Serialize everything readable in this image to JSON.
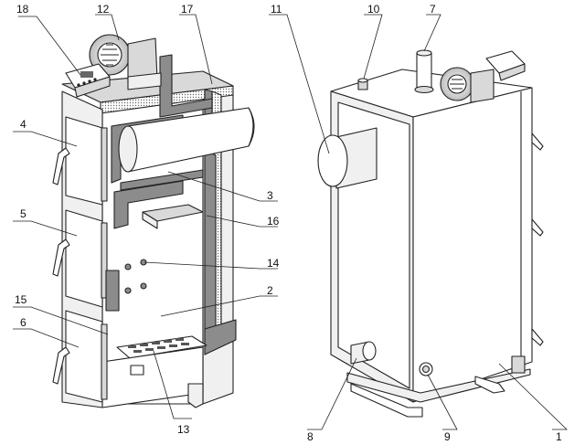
{
  "labels": {
    "l1": "1",
    "l2": "2",
    "l3": "3",
    "l4": "4",
    "l5": "5",
    "l6": "6",
    "l7": "7",
    "l8": "8",
    "l9": "9",
    "l10": "10",
    "l11": "11",
    "l12": "12",
    "l13": "13",
    "l14": "14",
    "l15": "15",
    "l16": "16",
    "l17": "17",
    "l18": "18"
  },
  "colors": {
    "line": "#222222",
    "section": "#8c8c8c",
    "insulation": "#cfcfcf"
  }
}
